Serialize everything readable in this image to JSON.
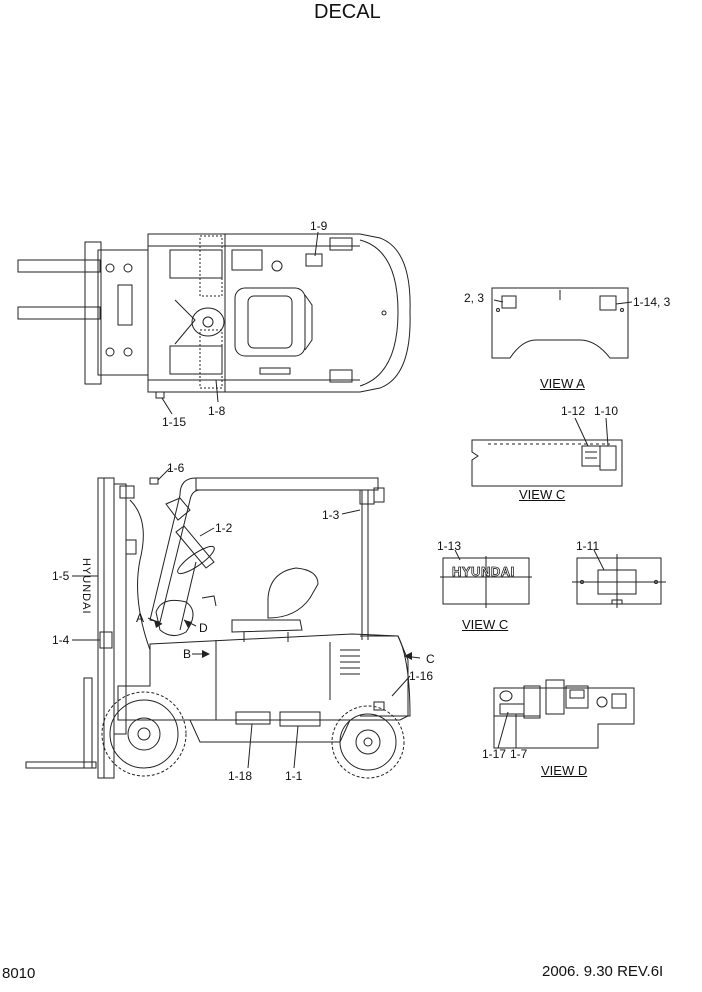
{
  "title": "DECAL",
  "page_code": "8010",
  "revision": "2006. 9.30 REV.6I",
  "views": {
    "view_a": "VIEW A",
    "view_c_top": "VIEW C",
    "view_c_bottom": "VIEW C",
    "view_d": "VIEW D"
  },
  "callouts": {
    "c_1_9": "1-9",
    "c_1_8": "1-8",
    "c_1_15": "1-15",
    "c_2_3": "2, 3",
    "c_1_14_3": "1-14, 3",
    "c_1_12": "1-12",
    "c_1_10": "1-10",
    "c_1_6": "1-6",
    "c_1_2": "1-2",
    "c_1_3": "1-3",
    "c_1_5": "1-5",
    "c_1_4": "1-4",
    "c_a": "A",
    "c_d": "D",
    "c_b": "B",
    "c_c": "C",
    "c_1_16": "1-16",
    "c_1_18": "1-18",
    "c_1_1": "1-1",
    "c_1_13": "1-13",
    "c_1_11": "1-11",
    "c_1_17": "1-17",
    "c_1_7": "1-7"
  },
  "decal_text": {
    "mast_brand": "HYUNDAI",
    "plate_brand": "HYUNDAI"
  }
}
